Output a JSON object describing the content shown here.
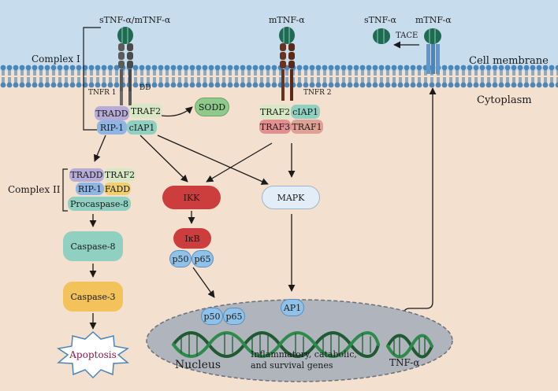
{
  "labels": {
    "stnf_mtnf": "sTNF-α/mTNF-α",
    "mtnf_center": "mTNF-α",
    "stnf_right": "sTNF-α",
    "mtnf_right": "mTNF-α",
    "tace": "TACE",
    "cell_membrane": "Cell membrane",
    "cytoplasm": "Cytoplasm",
    "complex_i": "Complex I",
    "complex_ii": "Complex II",
    "tnfr1": "TNFR 1",
    "tnfr2": "TNFR 2",
    "dd": "DD",
    "nucleus": "Nucleus",
    "genes": "Inflammatory, catabolic,\nand survival genes",
    "tnf_gene": "TNF-α"
  },
  "boxes": {
    "tradd": "TRADD",
    "traf2": "TRAF2",
    "rip1": "RIP-1",
    "ciap1": "cIAP1",
    "sodd": "SODD",
    "r2_traf2": "TRAF2",
    "r2_ciap1": "cIAP1",
    "r2_traf3": "TRAF3",
    "r2_traf1": "TRAF1",
    "c2_tradd": "TRADD",
    "c2_traf2": "TRAF2",
    "c2_rip1": "RIP-1",
    "c2_fadd": "FADD",
    "procaspase8": "Procaspase-8",
    "caspase8": "Caspase-8",
    "caspase3": "Caspase-3",
    "apoptosis": "Apoptosis",
    "ikk": "IKK",
    "mapk": "MAPK",
    "ikb": "IκB",
    "p50_a": "p50",
    "p65_a": "p65",
    "p50_b": "p50",
    "p65_b": "p65",
    "ap1": "AP1"
  },
  "colors": {
    "cytoplasm_bg": "#f3e0cf",
    "extracellular_bg": "#c7dcec",
    "membrane": "#4a86b8",
    "tradd": "#b7abd7",
    "traf2": "#d9e8c4",
    "rip1": "#8fb6e2",
    "ciap1": "#8fd0c1",
    "sodd": "#8fca8b",
    "traf3": "#e48f8f",
    "traf1": "#dfa193",
    "fadd": "#f1cf6e",
    "procaspase8": "#8fd0c1",
    "caspase3": "#f3c25a",
    "ikk": "#cc3e3e",
    "ikb": "#cc3e3e",
    "p50_p65": "#8fc1e9",
    "mapk": "#e3edf7",
    "nucleus": "#b0b5bd",
    "apoptosis_text": "#8b1a4a",
    "receptor_gray": "#5b5b5b",
    "receptor_brown": "#6a3320",
    "ligand_green": "#1f6a52"
  }
}
